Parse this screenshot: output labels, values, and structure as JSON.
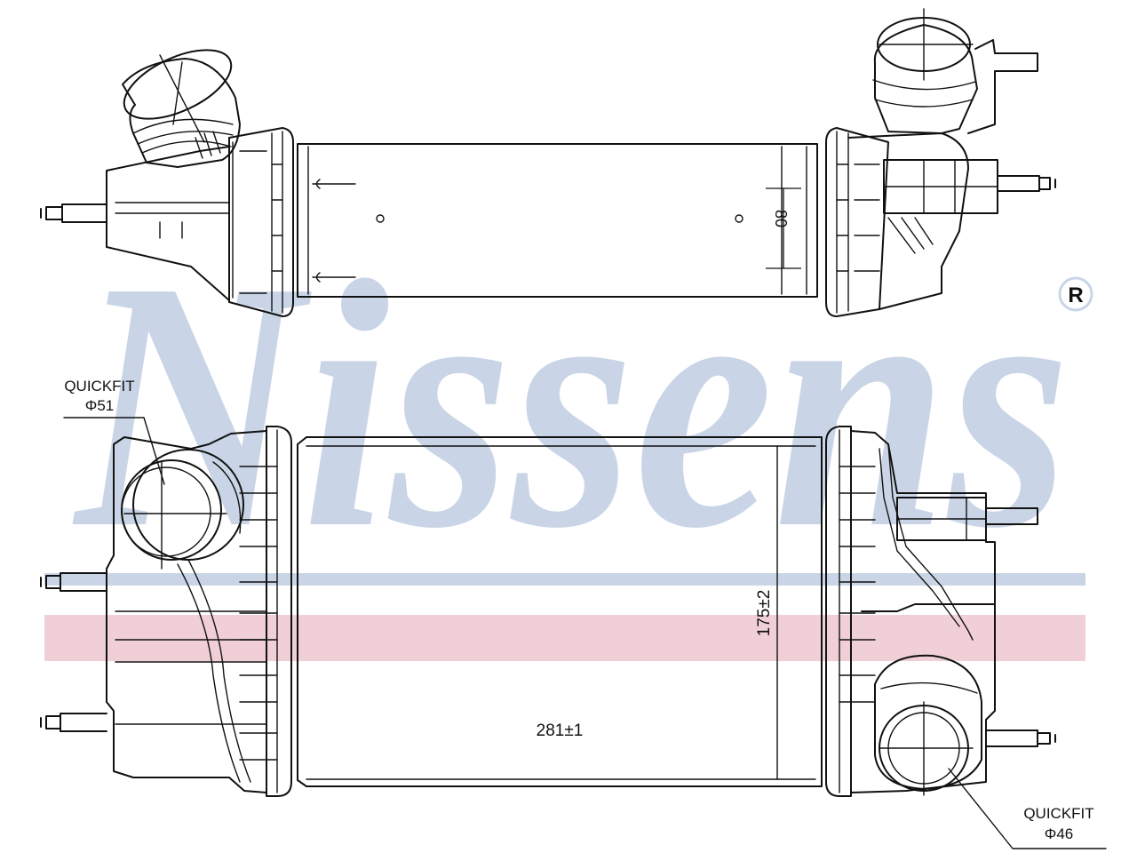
{
  "watermark": {
    "brand": "Nissens",
    "registered_mark": "®",
    "brand_color": "#c9d5e6",
    "stripe_blue": "#c9d5e6",
    "stripe_red": "#f0d0d6"
  },
  "top_view": {
    "height_dimension": "80"
  },
  "front_view": {
    "width_dimension": "281±1",
    "height_dimension": "175±2",
    "left_connector": {
      "label_line1": "QUICKFIT",
      "label_line2": "Φ51"
    },
    "right_connector": {
      "label_line1": "QUICKFIT",
      "label_line2": "Φ46"
    }
  }
}
